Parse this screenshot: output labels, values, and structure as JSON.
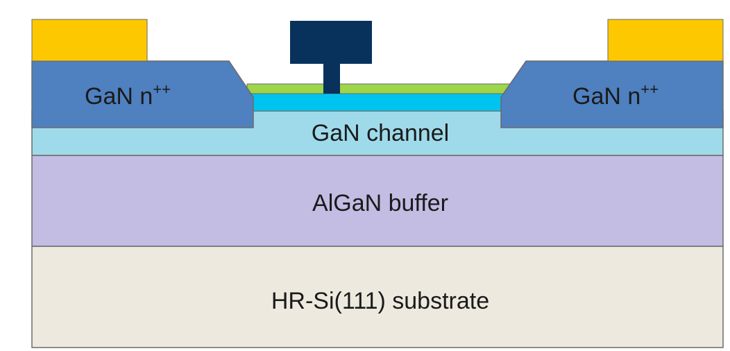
{
  "layers": {
    "substrate": {
      "label": "HR-Si(111) substrate",
      "color": "#ede9de"
    },
    "buffer": {
      "label": "AlGaN buffer",
      "color": "#c3bce3"
    },
    "channel": {
      "label": "GaN channel",
      "color": "#9fdaea"
    },
    "barrier": {
      "color": "#00c4f0"
    },
    "cap": {
      "color": "#9ed54a"
    },
    "source_region": {
      "label": "GaN n",
      "superscript": "++",
      "color": "#4f80bf"
    },
    "drain_region": {
      "label": "GaN n",
      "superscript": "++",
      "color": "#4f80bf"
    }
  },
  "contacts": {
    "source_contact": {
      "color": "#fdc800"
    },
    "drain_contact": {
      "color": "#fdc800"
    },
    "gate": {
      "color": "#08325c"
    }
  },
  "outline_color": "#6a6a6a"
}
